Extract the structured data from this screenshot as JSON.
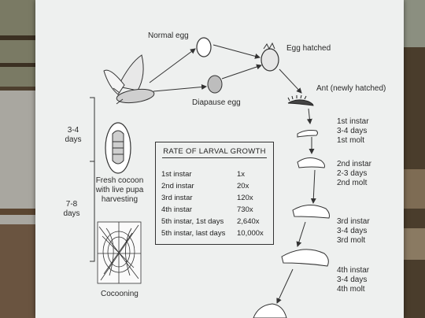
{
  "poster": {
    "normal_egg": "Normal egg",
    "egg_hatched": "Egg hatched",
    "diapause_egg": "Diapause egg",
    "ant": "Ant (newly hatched)",
    "duration_top": [
      "3-4",
      "days"
    ],
    "duration_bottom": [
      "7-8",
      "days"
    ],
    "fresh_cocoon": [
      "Fresh cocoon",
      "with live pupa",
      "harvesting"
    ],
    "cocooning": "Cocooning",
    "stages": [
      [
        "1st instar",
        "3-4 days",
        "1st molt"
      ],
      [
        "2nd instar",
        "2-3 days",
        "2nd molt"
      ],
      [
        "3rd instar",
        "3-4 days",
        "3rd molt"
      ],
      [
        "4th instar",
        "3-4 days",
        "4th molt"
      ]
    ],
    "growth_table": {
      "title": "RATE OF LARVAL GROWTH",
      "rows": [
        {
          "stage": "1st instar",
          "value": "1x"
        },
        {
          "stage": "2nd instar",
          "value": "20x"
        },
        {
          "stage": "3rd instar",
          "value": "120x"
        },
        {
          "stage": "4th instar",
          "value": "730x"
        },
        {
          "stage": "5th  instar,  1st days",
          "value": "2,640x"
        },
        {
          "stage": "5th  instar,  last days",
          "value": "10,000x"
        }
      ]
    }
  }
}
